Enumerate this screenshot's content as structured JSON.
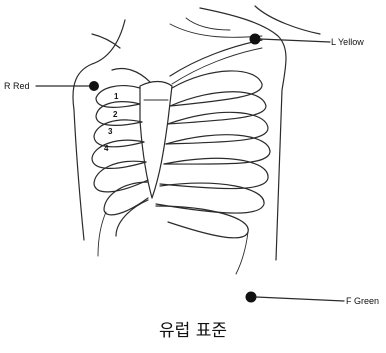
{
  "electrodes": {
    "right_arm": {
      "label": "R Red",
      "color": "#d32f2f"
    },
    "left_arm": {
      "label": "L Yellow",
      "color": "#f9a825"
    },
    "left_leg": {
      "label": "F Green",
      "color": "#2e7d32"
    }
  },
  "ribs": {
    "numbers": [
      "1",
      "2",
      "3",
      "4"
    ]
  },
  "caption": "유럽 표준"
}
